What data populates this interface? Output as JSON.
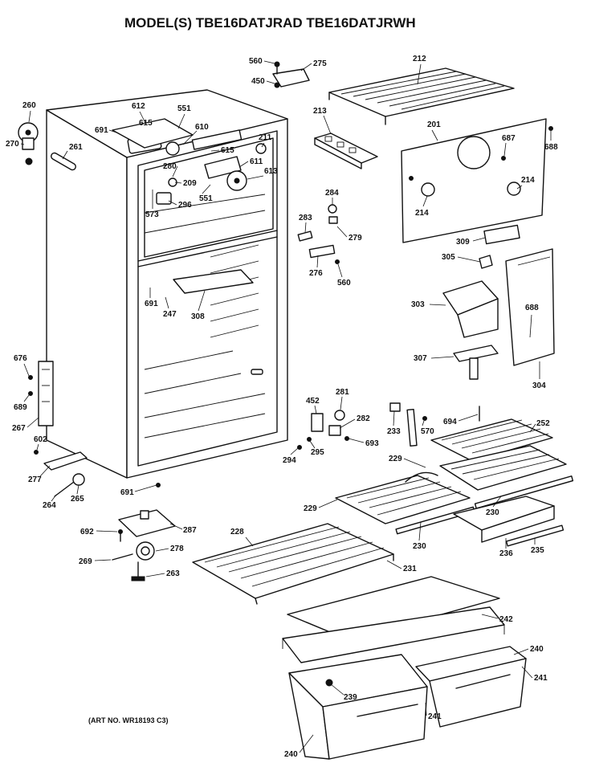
{
  "title": "MODEL(S) TBE16DATJRAD  TBE16DATJRWH",
  "art_number": "(ART NO. WR18193 C3)",
  "callouts": [
    "560",
    "275",
    "450",
    "212",
    "260",
    "612",
    "551",
    "691",
    "615",
    "610",
    "270",
    "261",
    "211",
    "615",
    "611",
    "613",
    "280",
    "209",
    "573",
    "296",
    "551",
    "213",
    "201",
    "687",
    "688",
    "214",
    "214",
    "284",
    "283",
    "279",
    "276",
    "560",
    "309",
    "305",
    "691",
    "247",
    "308",
    "303",
    "688",
    "307",
    "304",
    "676",
    "689",
    "267",
    "602",
    "277",
    "264",
    "265",
    "691",
    "452",
    "281",
    "282",
    "294",
    "295",
    "693",
    "233",
    "570",
    "694",
    "252",
    "229",
    "229",
    "230",
    "230",
    "236",
    "235",
    "692",
    "287",
    "228",
    "231",
    "269",
    "278",
    "263",
    "242",
    "240",
    "241",
    "239",
    "241",
    "240"
  ]
}
